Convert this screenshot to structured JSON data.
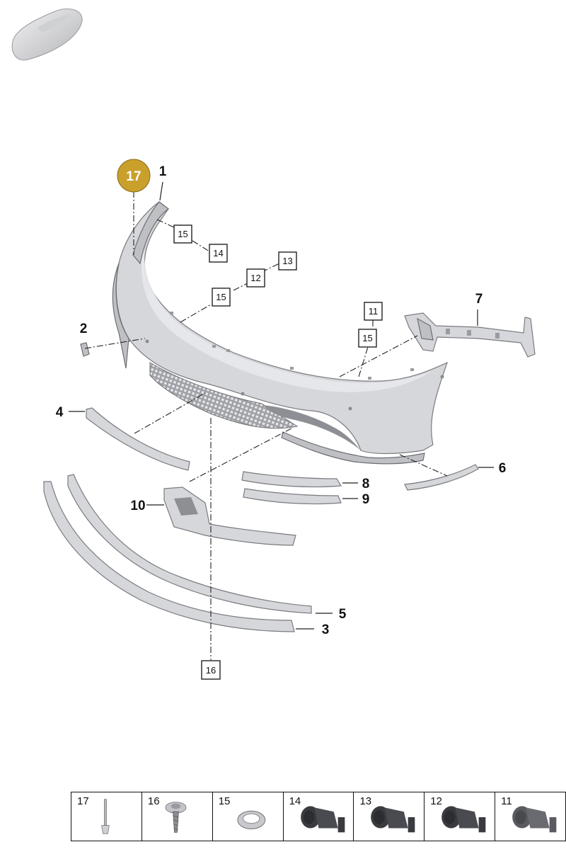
{
  "highlight_badge": {
    "label": "17",
    "color": "#c9a02c"
  },
  "callouts": [
    {
      "id": "c1",
      "label": "1"
    },
    {
      "id": "c2",
      "label": "2"
    },
    {
      "id": "c3",
      "label": "3"
    },
    {
      "id": "c4",
      "label": "4"
    },
    {
      "id": "c5",
      "label": "5"
    },
    {
      "id": "c6",
      "label": "6"
    },
    {
      "id": "c7",
      "label": "7"
    },
    {
      "id": "c8",
      "label": "8"
    },
    {
      "id": "c9",
      "label": "9"
    },
    {
      "id": "c10",
      "label": "10"
    }
  ],
  "boxed_callouts": [
    {
      "id": "b15a",
      "label": "15"
    },
    {
      "id": "b14",
      "label": "14"
    },
    {
      "id": "b13",
      "label": "13"
    },
    {
      "id": "b12",
      "label": "12"
    },
    {
      "id": "b15b",
      "label": "15"
    },
    {
      "id": "b11",
      "label": "11"
    },
    {
      "id": "b15c",
      "label": "15"
    },
    {
      "id": "b16",
      "label": "16"
    }
  ],
  "legend": [
    {
      "label": "17",
      "icon": "rivet-icon"
    },
    {
      "label": "16",
      "icon": "screw-icon"
    },
    {
      "label": "15",
      "icon": "ring-icon"
    },
    {
      "label": "14",
      "icon": "sensor-icon"
    },
    {
      "label": "13",
      "icon": "sensor-icon"
    },
    {
      "label": "12",
      "icon": "sensor-icon"
    },
    {
      "label": "11",
      "icon": "sensor-icon"
    }
  ],
  "colors": {
    "part": "#d6d7da",
    "sensor": "#3a3b3f",
    "ink": "#111111"
  }
}
